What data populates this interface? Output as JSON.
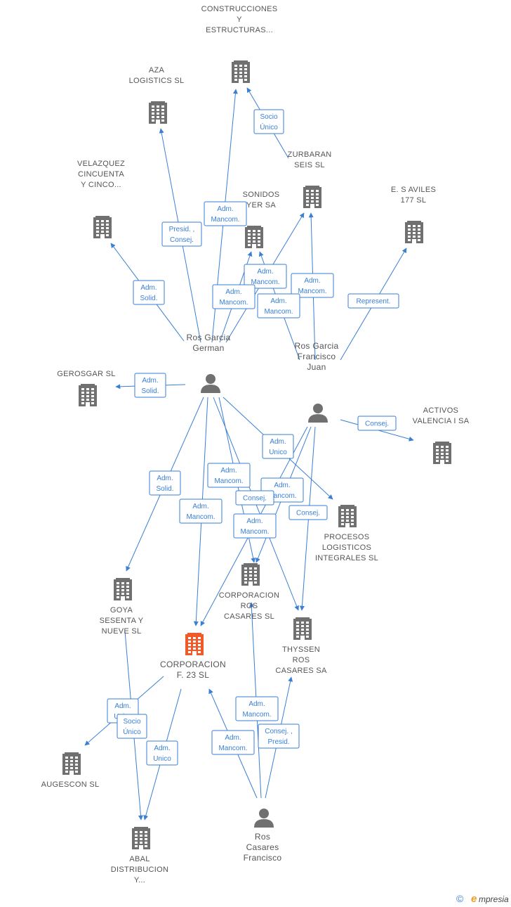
{
  "colors": {
    "edge": "#3a7fd5",
    "building": "#707070",
    "building_highlight": "#f05a28",
    "person": "#707070",
    "label": "#555555"
  },
  "nodes": [
    {
      "id": "construcciones",
      "type": "company",
      "lines": [
        "CONSTRUCCIONES",
        "Y",
        "ESTRUCTURAS..."
      ]
    },
    {
      "id": "aza",
      "type": "company",
      "lines": [
        "AZA",
        "LOGISTICS  SL"
      ]
    },
    {
      "id": "zurbaran",
      "type": "company",
      "lines": [
        "ZURBARAN",
        "SEIS SL"
      ]
    },
    {
      "id": "sonidos",
      "type": "company",
      "lines": [
        "SONIDOS",
        "YER SA"
      ]
    },
    {
      "id": "velazquez",
      "type": "company",
      "lines": [
        "VELAZQUEZ",
        "CINCUENTA",
        "Y CINCO..."
      ]
    },
    {
      "id": "esaviles",
      "type": "company",
      "lines": [
        "E. S AVILES",
        "177  SL"
      ]
    },
    {
      "id": "gerosgar",
      "type": "company",
      "lines": [
        "GEROSGAR SL"
      ]
    },
    {
      "id": "activos",
      "type": "company",
      "lines": [
        "ACTIVOS",
        "VALENCIA I SA"
      ]
    },
    {
      "id": "procesos",
      "type": "company",
      "lines": [
        "PROCESOS",
        "LOGISTICOS",
        "INTEGRALES SL"
      ]
    },
    {
      "id": "corpros",
      "type": "company",
      "lines": [
        "CORPORACION",
        "ROS",
        "CASARES SL"
      ]
    },
    {
      "id": "goya",
      "type": "company",
      "lines": [
        "GOYA",
        "SESENTA Y",
        "NUEVE SL"
      ]
    },
    {
      "id": "thyssen",
      "type": "company",
      "lines": [
        "THYSSEN",
        "ROS",
        "CASARES SA"
      ]
    },
    {
      "id": "corpf23",
      "type": "company_main",
      "lines": [
        "CORPORACION",
        "F. 23  SL"
      ]
    },
    {
      "id": "augescon",
      "type": "company",
      "lines": [
        "AUGESCON SL"
      ]
    },
    {
      "id": "abal",
      "type": "company",
      "lines": [
        "ABAL",
        "DISTRIBUCION",
        "Y..."
      ]
    },
    {
      "id": "german",
      "type": "person",
      "lines": [
        "Ros Garcia",
        "German"
      ]
    },
    {
      "id": "francisco_juan",
      "type": "person",
      "lines": [
        "Ros Garcia",
        "Francisco",
        "Juan"
      ]
    },
    {
      "id": "ros_casares",
      "type": "person",
      "lines": [
        "Ros",
        "Casares",
        "Francisco"
      ]
    }
  ],
  "badges": [
    {
      "id": "b1",
      "lines": [
        "Socio",
        "Único"
      ]
    },
    {
      "id": "b2",
      "lines": [
        "Adm.",
        "Mancom."
      ]
    },
    {
      "id": "b3",
      "lines": [
        "Presid. ,",
        "Consej."
      ]
    },
    {
      "id": "b4",
      "lines": [
        "Adm.",
        "Solid."
      ]
    },
    {
      "id": "b5",
      "lines": [
        "Adm.",
        "Mancom."
      ]
    },
    {
      "id": "b6",
      "lines": [
        "Adm.",
        "Mancom."
      ]
    },
    {
      "id": "b7",
      "lines": [
        "Adm.",
        "Mancom."
      ]
    },
    {
      "id": "b8",
      "lines": [
        "Adm.",
        "Mancom."
      ]
    },
    {
      "id": "b9",
      "lines": [
        "Represent."
      ]
    },
    {
      "id": "b10",
      "lines": [
        "Adm.",
        "Solid."
      ]
    },
    {
      "id": "b11",
      "lines": [
        "Consej."
      ]
    },
    {
      "id": "b12",
      "lines": [
        "Adm.",
        "Unico"
      ]
    },
    {
      "id": "b13",
      "lines": [
        "Adm.",
        "Solid."
      ]
    },
    {
      "id": "b14",
      "lines": [
        "Adm.",
        "Mancom."
      ]
    },
    {
      "id": "b15",
      "lines": [
        "Adm.",
        "Mancom."
      ]
    },
    {
      "id": "b16",
      "lines": [
        "Adm.",
        "Mancom."
      ]
    },
    {
      "id": "b17",
      "lines": [
        "Consej."
      ]
    },
    {
      "id": "b18",
      "lines": [
        "Consej."
      ]
    },
    {
      "id": "b19",
      "lines": [
        "Adm.",
        "Mancom."
      ]
    },
    {
      "id": "b20",
      "lines": [
        "Adm.",
        "Unico"
      ]
    },
    {
      "id": "b21",
      "lines": [
        "Socio",
        "Único"
      ]
    },
    {
      "id": "b22",
      "lines": [
        "Adm.",
        "Unico"
      ]
    },
    {
      "id": "b23",
      "lines": [
        "Adm.",
        "Mancom."
      ]
    },
    {
      "id": "b24",
      "lines": [
        "Adm.",
        "Mancom."
      ]
    },
    {
      "id": "b25",
      "lines": [
        "Consej. ,",
        "Presid."
      ]
    }
  ],
  "footer": {
    "copyright": "©",
    "brand_initial": "e",
    "brand_rest": "mpresia"
  }
}
